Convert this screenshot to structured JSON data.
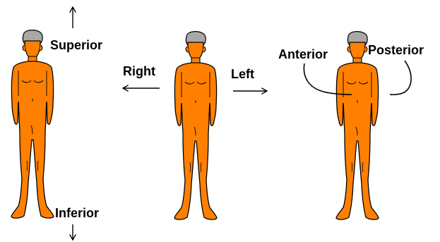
{
  "labels": {
    "superior": "Superior",
    "inferior": "Inferior",
    "right": "Right",
    "left": "Left",
    "anterior": "Anterior",
    "posterior": "Posterior"
  },
  "colors": {
    "skin": "#ff8000",
    "outline": "#000000",
    "hair": "#a8a8a8",
    "background": "#ffffff"
  },
  "figures": [
    "figure-front-superior-inferior",
    "figure-front-right-left",
    "figure-side-anterior-posterior"
  ]
}
